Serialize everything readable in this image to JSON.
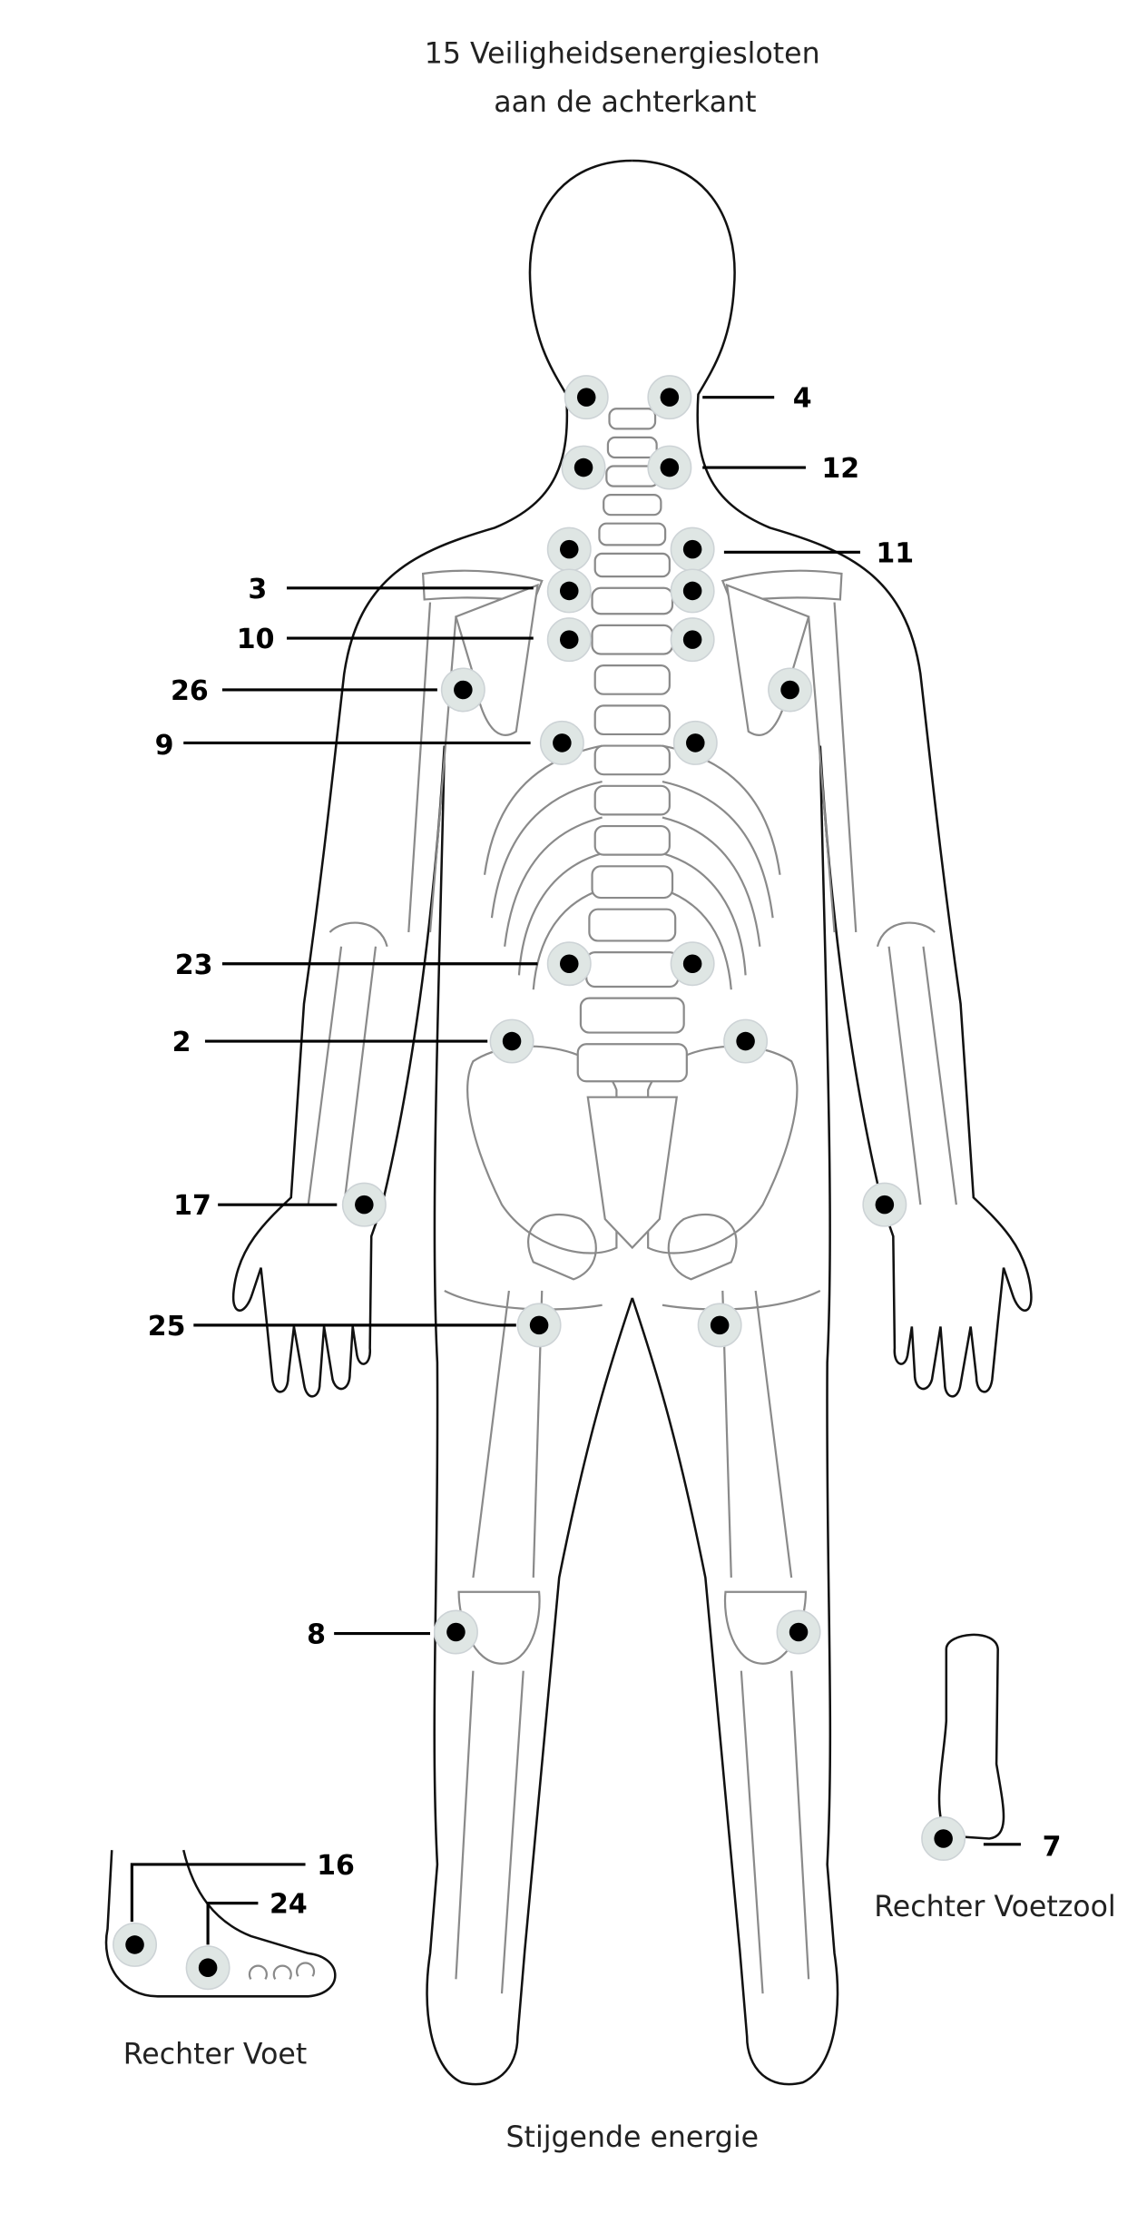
{
  "title": {
    "line1": "15 Veiligheidsenergiesloten",
    "line2": "aan de achterkant"
  },
  "points": {
    "p4": "4",
    "p12": "12",
    "p11": "11",
    "p3": "3",
    "p10": "10",
    "p26": "26",
    "p9": "9",
    "p23": "23",
    "p2": "2",
    "p17": "17",
    "p25": "25",
    "p8": "8",
    "p7": "7",
    "p16": "16",
    "p24": "24"
  },
  "captions": {
    "right_sole": "Rechter Voetzool",
    "right_foot": "Rechter Voet",
    "footer": "Stijgende energie"
  },
  "colors": {
    "dot": "#000000",
    "halo": "#dfe6e4"
  }
}
